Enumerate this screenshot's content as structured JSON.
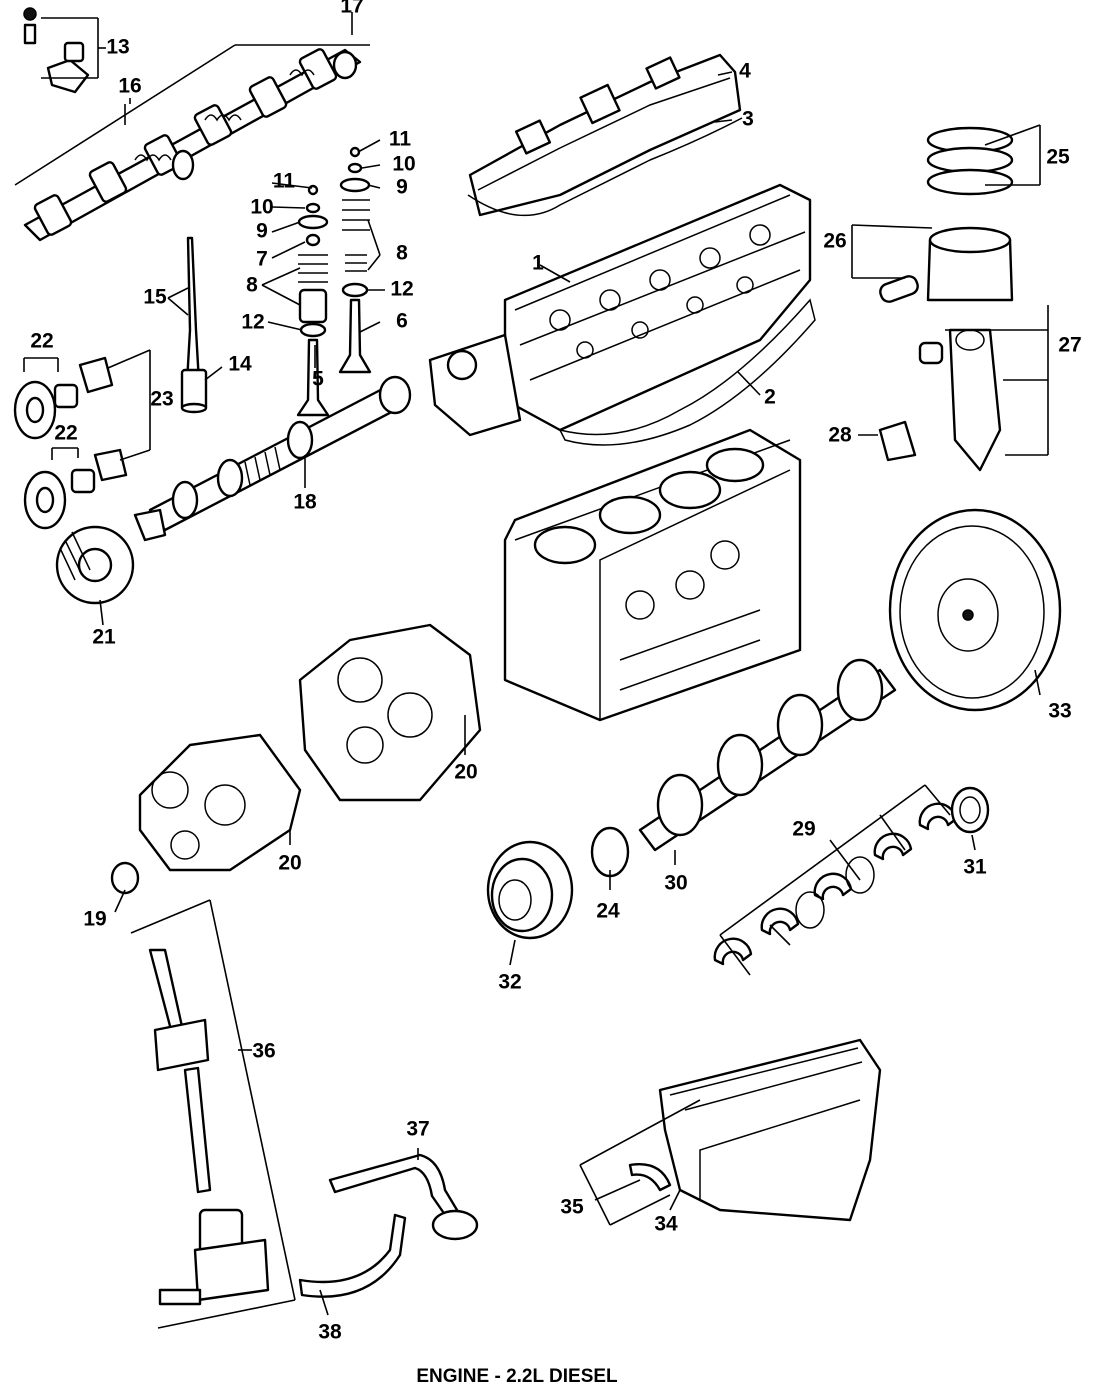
{
  "diagram": {
    "caption": "ENGINE - 2.2L DIESEL",
    "callouts": [
      "1",
      "2",
      "3",
      "4",
      "5",
      "6",
      "7",
      "8",
      "8",
      "9",
      "9",
      "10",
      "10",
      "11",
      "11",
      "12",
      "12",
      "13",
      "14",
      "15",
      "16",
      "17",
      "18",
      "19",
      "20",
      "20",
      "21",
      "22",
      "22",
      "23",
      "24",
      "25",
      "26",
      "27",
      "28",
      "29",
      "30",
      "31",
      "32",
      "33",
      "34",
      "35",
      "36",
      "37",
      "38"
    ]
  }
}
